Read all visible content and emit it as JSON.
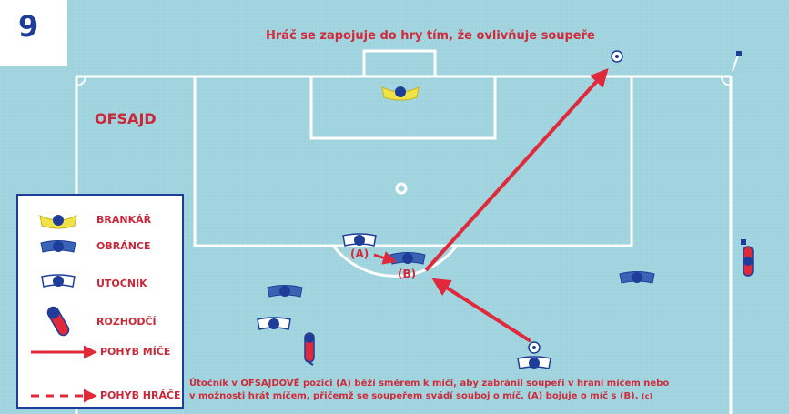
{
  "figure_number": "9",
  "title": "Hráč se zapojuje do hry tím, že ovlivňuje soupeře",
  "area_label": "OFSAJD",
  "position_a": "(A)",
  "position_b": "(B)",
  "legend": {
    "goalkeeper": "BRANKÁŘ",
    "defender": "OBRÁNCE",
    "attacker": "ÚTOČNÍK",
    "referee": "ROZHODČÍ",
    "ball_movement": "POHYB MÍČE",
    "player_movement": "POHYB HRÁČE"
  },
  "caption": {
    "line1": "Útočník v OFSAJDOVÉ pozici (A) běží směrem k míči, aby zabránil soupeři v hraní míčem nebo",
    "line2": "v možnosti hrát míčem, přičemž se soupeřem svádí souboj o míč. (A) bojuje o míč s (B).",
    "mark": "(c)"
  },
  "colors": {
    "pitch": "#9fd3dd",
    "lines": "#ffffff",
    "accent_red": "#d12a3b",
    "goalkeeper_yellow": "#f2e24a",
    "team_blue": "#1e3d99"
  },
  "icons": [
    "goalkeeper-icon",
    "defender-icon",
    "attacker-icon",
    "referee-icon",
    "ball-icon",
    "corner-flag-icon",
    "arrow-icon",
    "dashed-arrow-icon"
  ]
}
